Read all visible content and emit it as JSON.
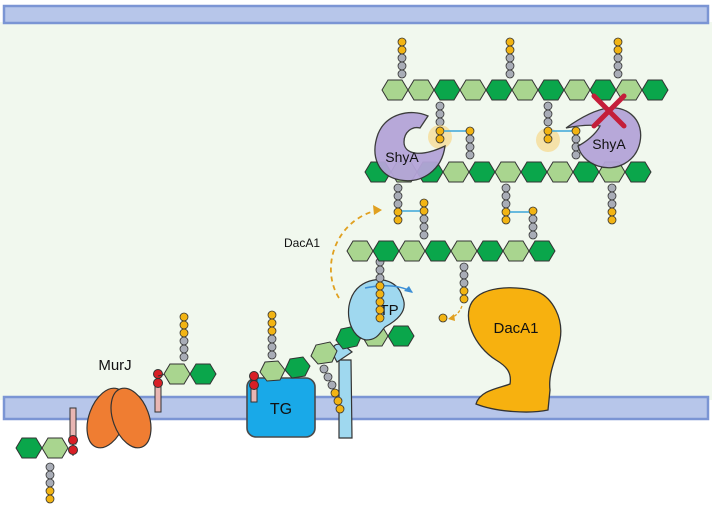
{
  "labels": {
    "murj": "MurJ",
    "tg": "TG",
    "tp": "TP",
    "shya_left": "ShyA",
    "shya_right": "ShyA",
    "daca1_arrow": "DacA1",
    "daca1_enzyme": "DacA1"
  },
  "colors": {
    "membrane": "#9fb3e0",
    "membrane_edge": "#7b95d4",
    "periplasm": "#f1f8ee",
    "nag_dark": "#0aa64b",
    "nam_light": "#a9d58f",
    "peptide_gray": "#a9adb7",
    "peptide_yellow": "#f2b413",
    "lipid_red": "#d81f26",
    "lipid_pink": "#e9b6b3",
    "murj": "#ef7d32",
    "tg": "#19a9e8",
    "pbp": "#9fd8ef",
    "shya": "#b4a4d8",
    "daca1": "#f7b10f",
    "inhibit_x": "#c41e3a",
    "arrow_dash": "#e0a020",
    "arrow_blue": "#3d8fd6"
  },
  "icons": {
    "disaccharide": "hexagon",
    "amino_acid": "circle",
    "inhibition": "x-mark",
    "reaction": "curved-arrow"
  }
}
